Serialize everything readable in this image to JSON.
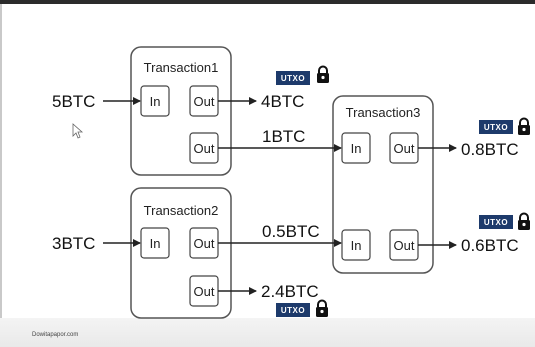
{
  "inputs": {
    "tx1_in": "5BTC",
    "tx2_in": "3BTC"
  },
  "transactions": {
    "t1": {
      "title": "Transaction1"
    },
    "t2": {
      "title": "Transaction2"
    },
    "t3": {
      "title": "Transaction3"
    }
  },
  "ports": {
    "in": "In",
    "out": "Out"
  },
  "edges": {
    "t1_out1": "4BTC",
    "t1_out2": "1BTC",
    "t2_out1": "0.5BTC",
    "t2_out2": "2.4BTC",
    "t3_out1": "0.8BTC",
    "t3_out2": "0.6BTC"
  },
  "badge": {
    "label": "UTXO"
  },
  "footer": {
    "source": "Dowitapapor.com"
  },
  "colors": {
    "badge": "#1d3a6b",
    "line": "#222222",
    "box_border": "#555555"
  }
}
